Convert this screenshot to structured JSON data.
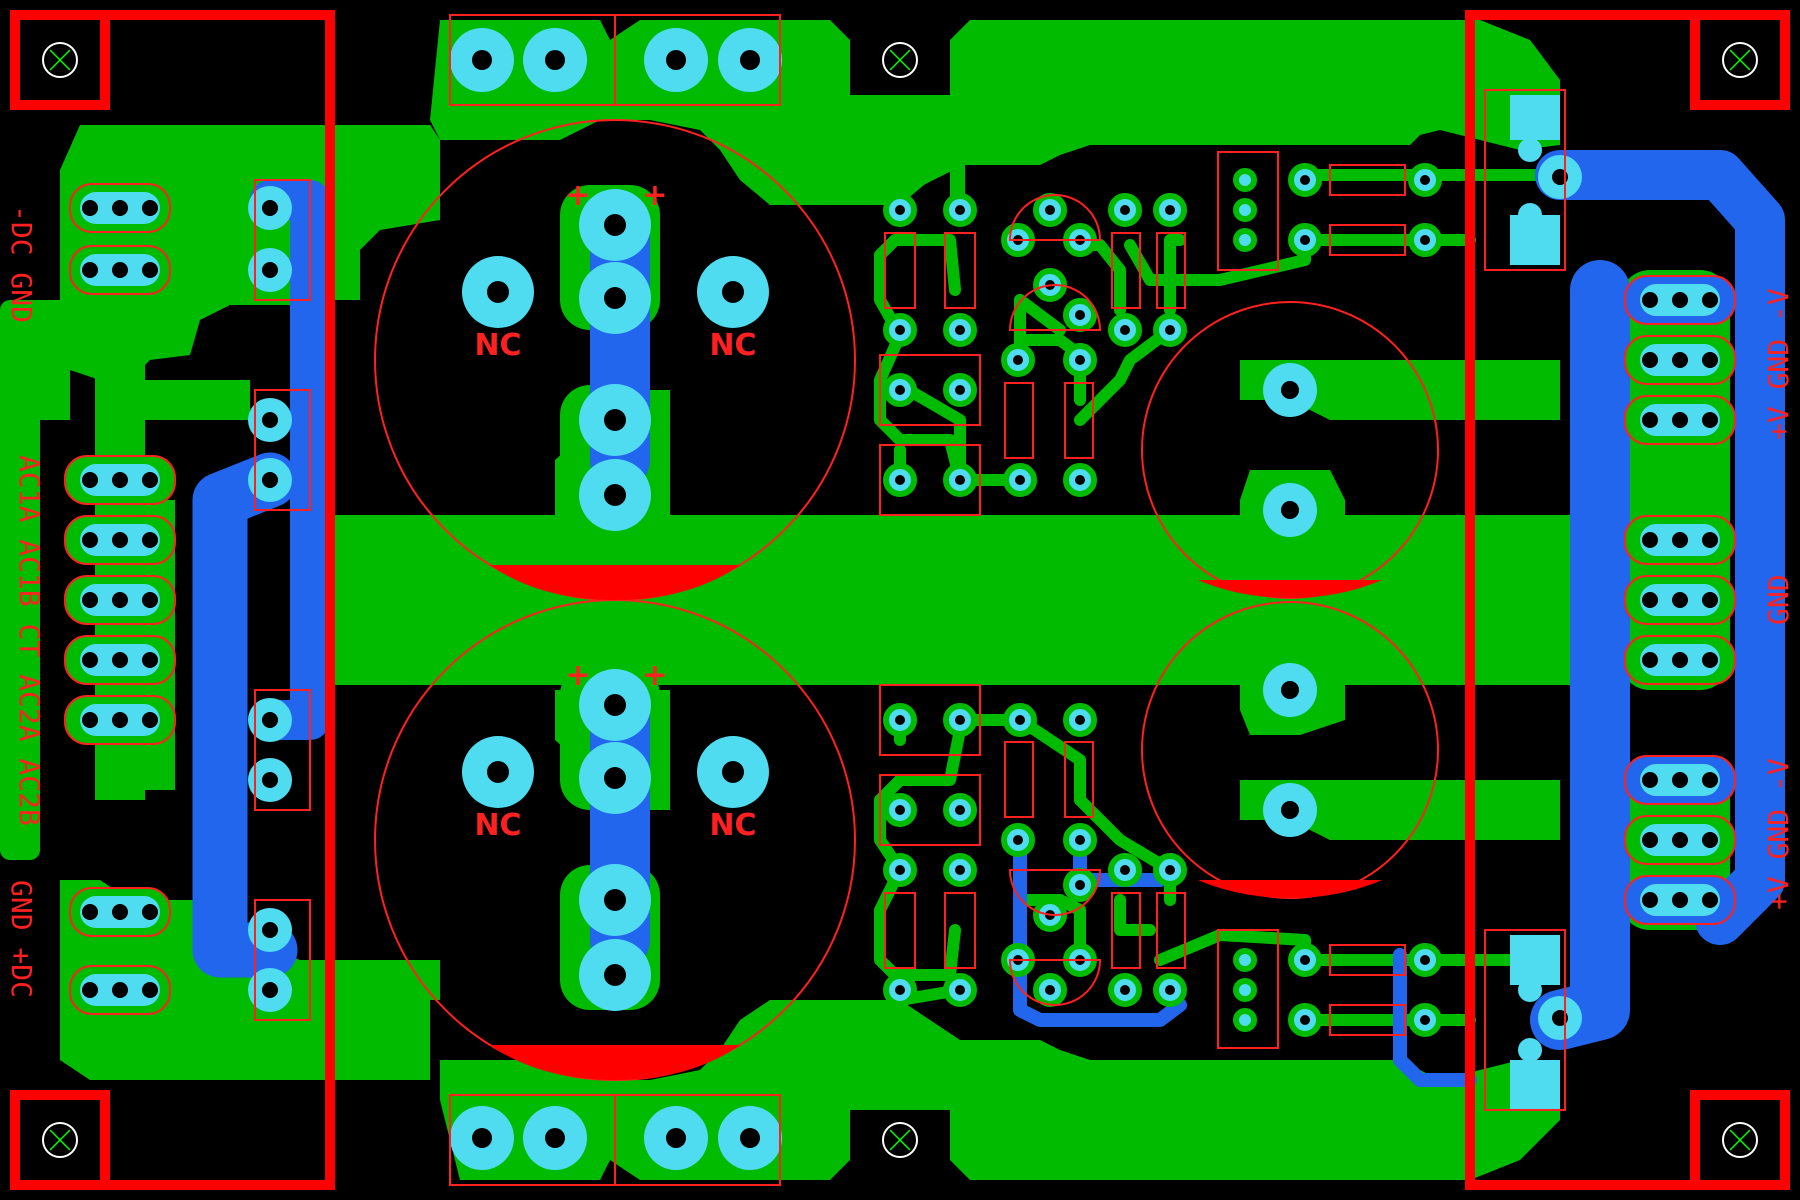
{
  "view": "pcb-top-layer",
  "colors": {
    "background": "#000000",
    "copper_top": "#00bb00",
    "copper_bottom": "#2266ee",
    "pad": "#4fdcf0",
    "silkscreen": "#ff2020",
    "keepout": "#ff0000"
  },
  "labels": {
    "left_top": "-DC GND",
    "left_ac": "AC1A AC1B CT AC2A AC2B",
    "left_bottom": "GND +DC",
    "right_top": "+V GND -V",
    "right_mid": "GND",
    "right_bottom": "+V GND -V",
    "nc": "NC",
    "plus": "+"
  },
  "icons": [
    "mounting-hole-icon",
    "capacitor-polarity-icon",
    "diode-icon"
  ]
}
